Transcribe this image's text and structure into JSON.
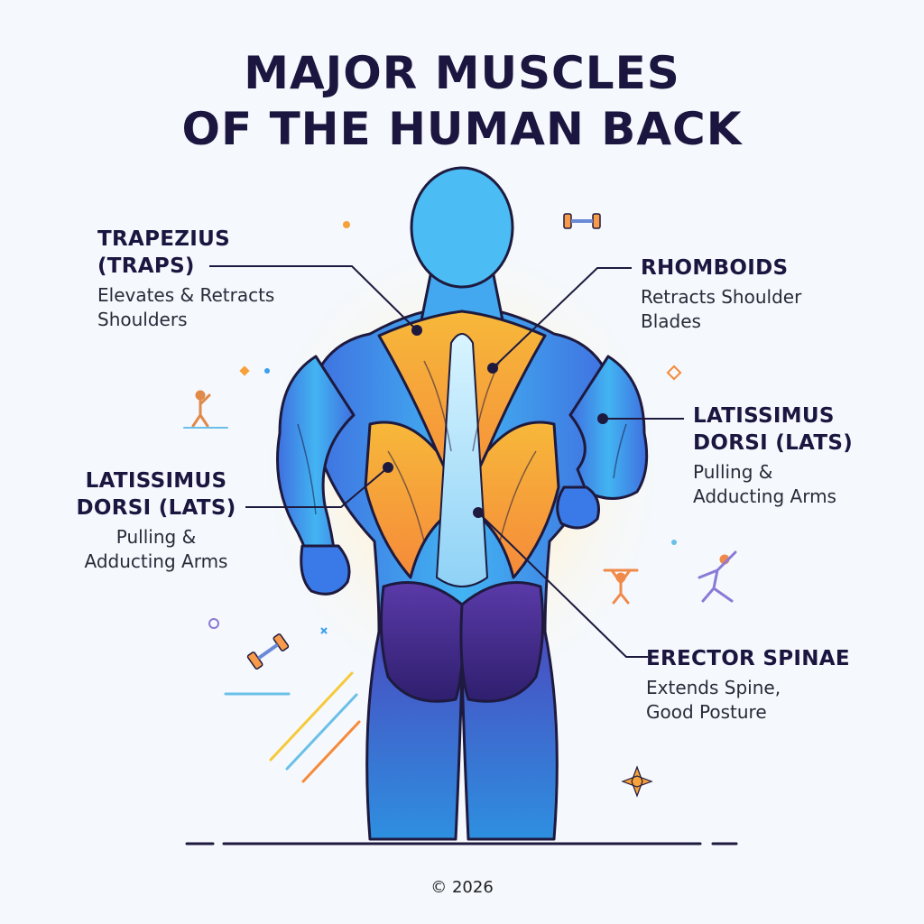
{
  "title": {
    "line1": "MAJOR MUSCLES",
    "line2": "OF THE HUMAN BACK"
  },
  "labels": {
    "trapezius": {
      "name_line1": "TRAPEZIUS",
      "name_line2": "(TRAPS)",
      "desc_line1": "Elevates & Retracts",
      "desc_line2": "Shoulders"
    },
    "rhomboids": {
      "name_line1": "RHOMBOIDS",
      "desc_line1": "Retracts Shoulder",
      "desc_line2": "Blades"
    },
    "lats_right": {
      "name_line1": "LATISSIMUS",
      "name_line2": "DORSI (LATS)",
      "desc_line1": "Pulling &",
      "desc_line2": "Adducting Arms"
    },
    "lats_left": {
      "name_line1": "LATISSIMUS",
      "name_line2": "DORSI (LATS)",
      "desc_line1": "Pulling &",
      "desc_line2": "Adducting Arms"
    },
    "erector": {
      "name_line1": "ERECTOR SPINAE",
      "desc_line1": "Extends Spine,",
      "desc_line2": "Good Posture"
    }
  },
  "footer": {
    "copyright": "© 2026"
  },
  "colors": {
    "title": "#1b1640",
    "body_blue": "#3aa0ec",
    "muscle_orange": "#f7a13a",
    "glute_purple": "#4b2a8f",
    "outline": "#1e1a3f"
  },
  "icons": [
    "dumbbell-icon",
    "stretching-figure-icon",
    "weightlifter-icon",
    "yoga-figure-icon",
    "sparkle-icon"
  ]
}
